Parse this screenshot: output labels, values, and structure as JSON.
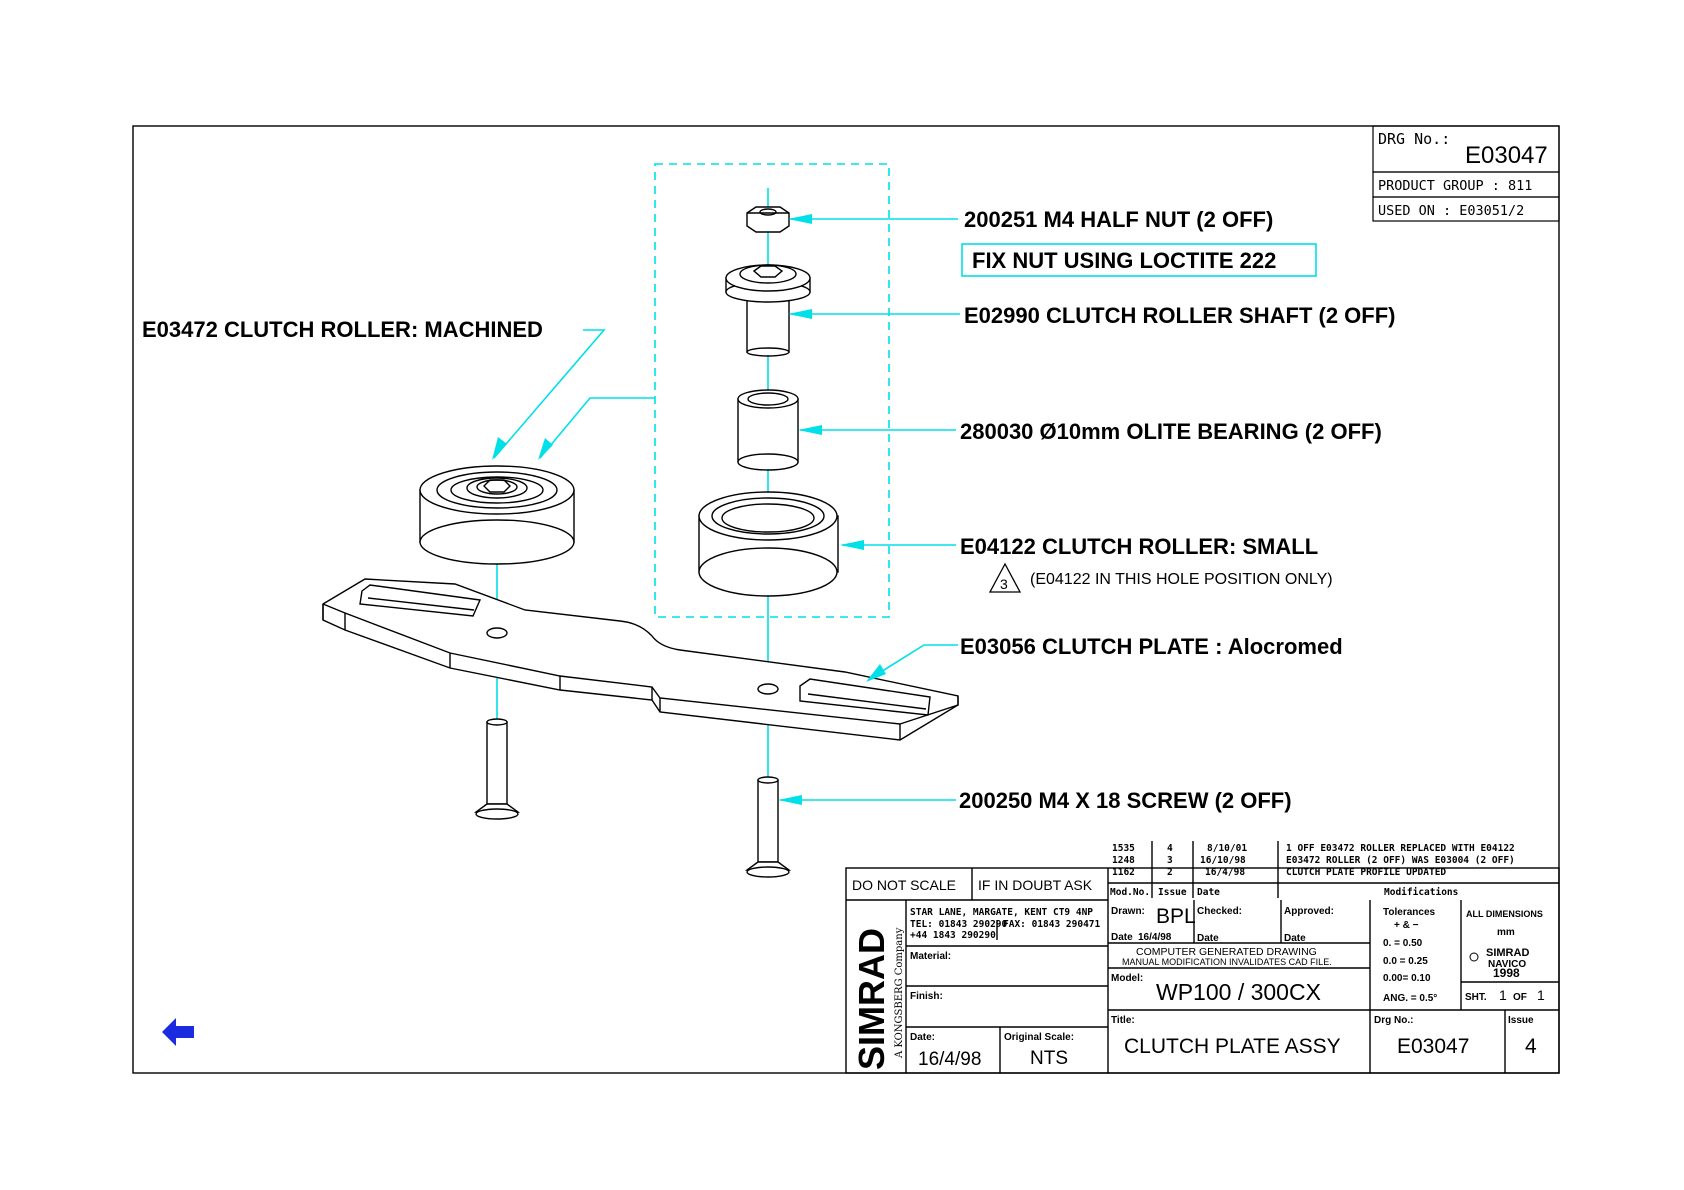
{
  "header": {
    "drg_no_label": "DRG No.:",
    "drg_no": "E03047",
    "product_group": "PRODUCT GROUP : 811",
    "used_on": "USED ON : E03051/2"
  },
  "callouts": {
    "half_nut": "200251 M4 HALF NUT (2 OFF)",
    "fix_nut": "FIX NUT USING LOCTITE 222",
    "roller_shaft": "E02990 CLUTCH ROLLER SHAFT (2 OFF)",
    "roller_machined": "E03472 CLUTCH ROLLER: MACHINED",
    "bearing": "280030 Ø10mm OLITE BEARING (2 OFF)",
    "roller_small": "E04122 CLUTCH ROLLER: SMALL",
    "roller_small_note": "(E04122 IN THIS HOLE POSITION ONLY)",
    "note_issue": "3",
    "plate": "E03056 CLUTCH PLATE : Alocromed",
    "screw": "200250 M4 X 18 SCREW (2 OFF)"
  },
  "modifications": {
    "rows": [
      {
        "mod_no": "1535",
        "issue": "4",
        "date": "8/10/01",
        "text": "1 OFF E03472 ROLLER REPLACED WITH E04122"
      },
      {
        "mod_no": "1248",
        "issue": "3",
        "date": "16/10/98",
        "text": "E03472 ROLLER (2 OFF) WAS E03004 (2 OFF)"
      },
      {
        "mod_no": "1162",
        "issue": "2",
        "date": "16/4/98",
        "text": "CLUTCH PLATE PROFILE UPDATED"
      }
    ],
    "headers": {
      "mod_no": "Mod.No.",
      "issue": "Issue",
      "date": "Date",
      "text": "Modifications"
    }
  },
  "title_block": {
    "do_not_scale": "DO NOT SCALE",
    "if_in_doubt": "IF IN DOUBT ASK",
    "company": "SIMRAD",
    "company_sub": "A KONGSBERG Company",
    "address": "STAR LANE, MARGATE, KENT CT9 4NP",
    "tel": "TEL: 01843 290290",
    "tel2": "+44 1843 290290",
    "fax": "FAX: 01843 290471",
    "material_label": "Material:",
    "finish_label": "Finish:",
    "date_label": "Date:",
    "date": "16/4/98",
    "orig_scale_label": "Original Scale:",
    "orig_scale": "NTS",
    "drawn_label": "Drawn:",
    "drawn": "BPL",
    "drawn_date_label": "Date",
    "drawn_date": "16/4/98",
    "checked_label": "Checked:",
    "checked_date_label": "Date",
    "approved_label": "Approved:",
    "approved_date_label": "Date",
    "cad_line1": "COMPUTER GENERATED DRAWING",
    "cad_line2": "MANUAL MODIFICATION INVALIDATES CAD FILE.",
    "model_label": "Model:",
    "model": "WP100 / 300CX",
    "title_label": "Title:",
    "title": "CLUTCH PLATE ASSY",
    "tolerances_label": "Tolerances",
    "tol_pm": "+ & −",
    "tol1": "0.   = 0.50",
    "tol2": "0.0  = 0.25",
    "tol3": "0.00= 0.10",
    "tol4": "ANG. = 0.5°",
    "dims_label": "ALL DIMENSIONS",
    "dims_unit": "mm",
    "copyright_brand": "SIMRAD",
    "copyright_brand2": "NAVICO",
    "copyright_year": "1998",
    "sht_label": "SHT.",
    "sht_no": "1",
    "sht_of": "OF",
    "sht_total": "1",
    "drg_no_label": "Drg No.:",
    "drg_no": "E03047",
    "issue_label": "Issue",
    "issue": "4"
  },
  "colors": {
    "leader": "#00e0e8",
    "ink": "#000000",
    "nav_arrow": "#1a2be0"
  },
  "icons": {
    "nav": "back-arrow-icon"
  }
}
